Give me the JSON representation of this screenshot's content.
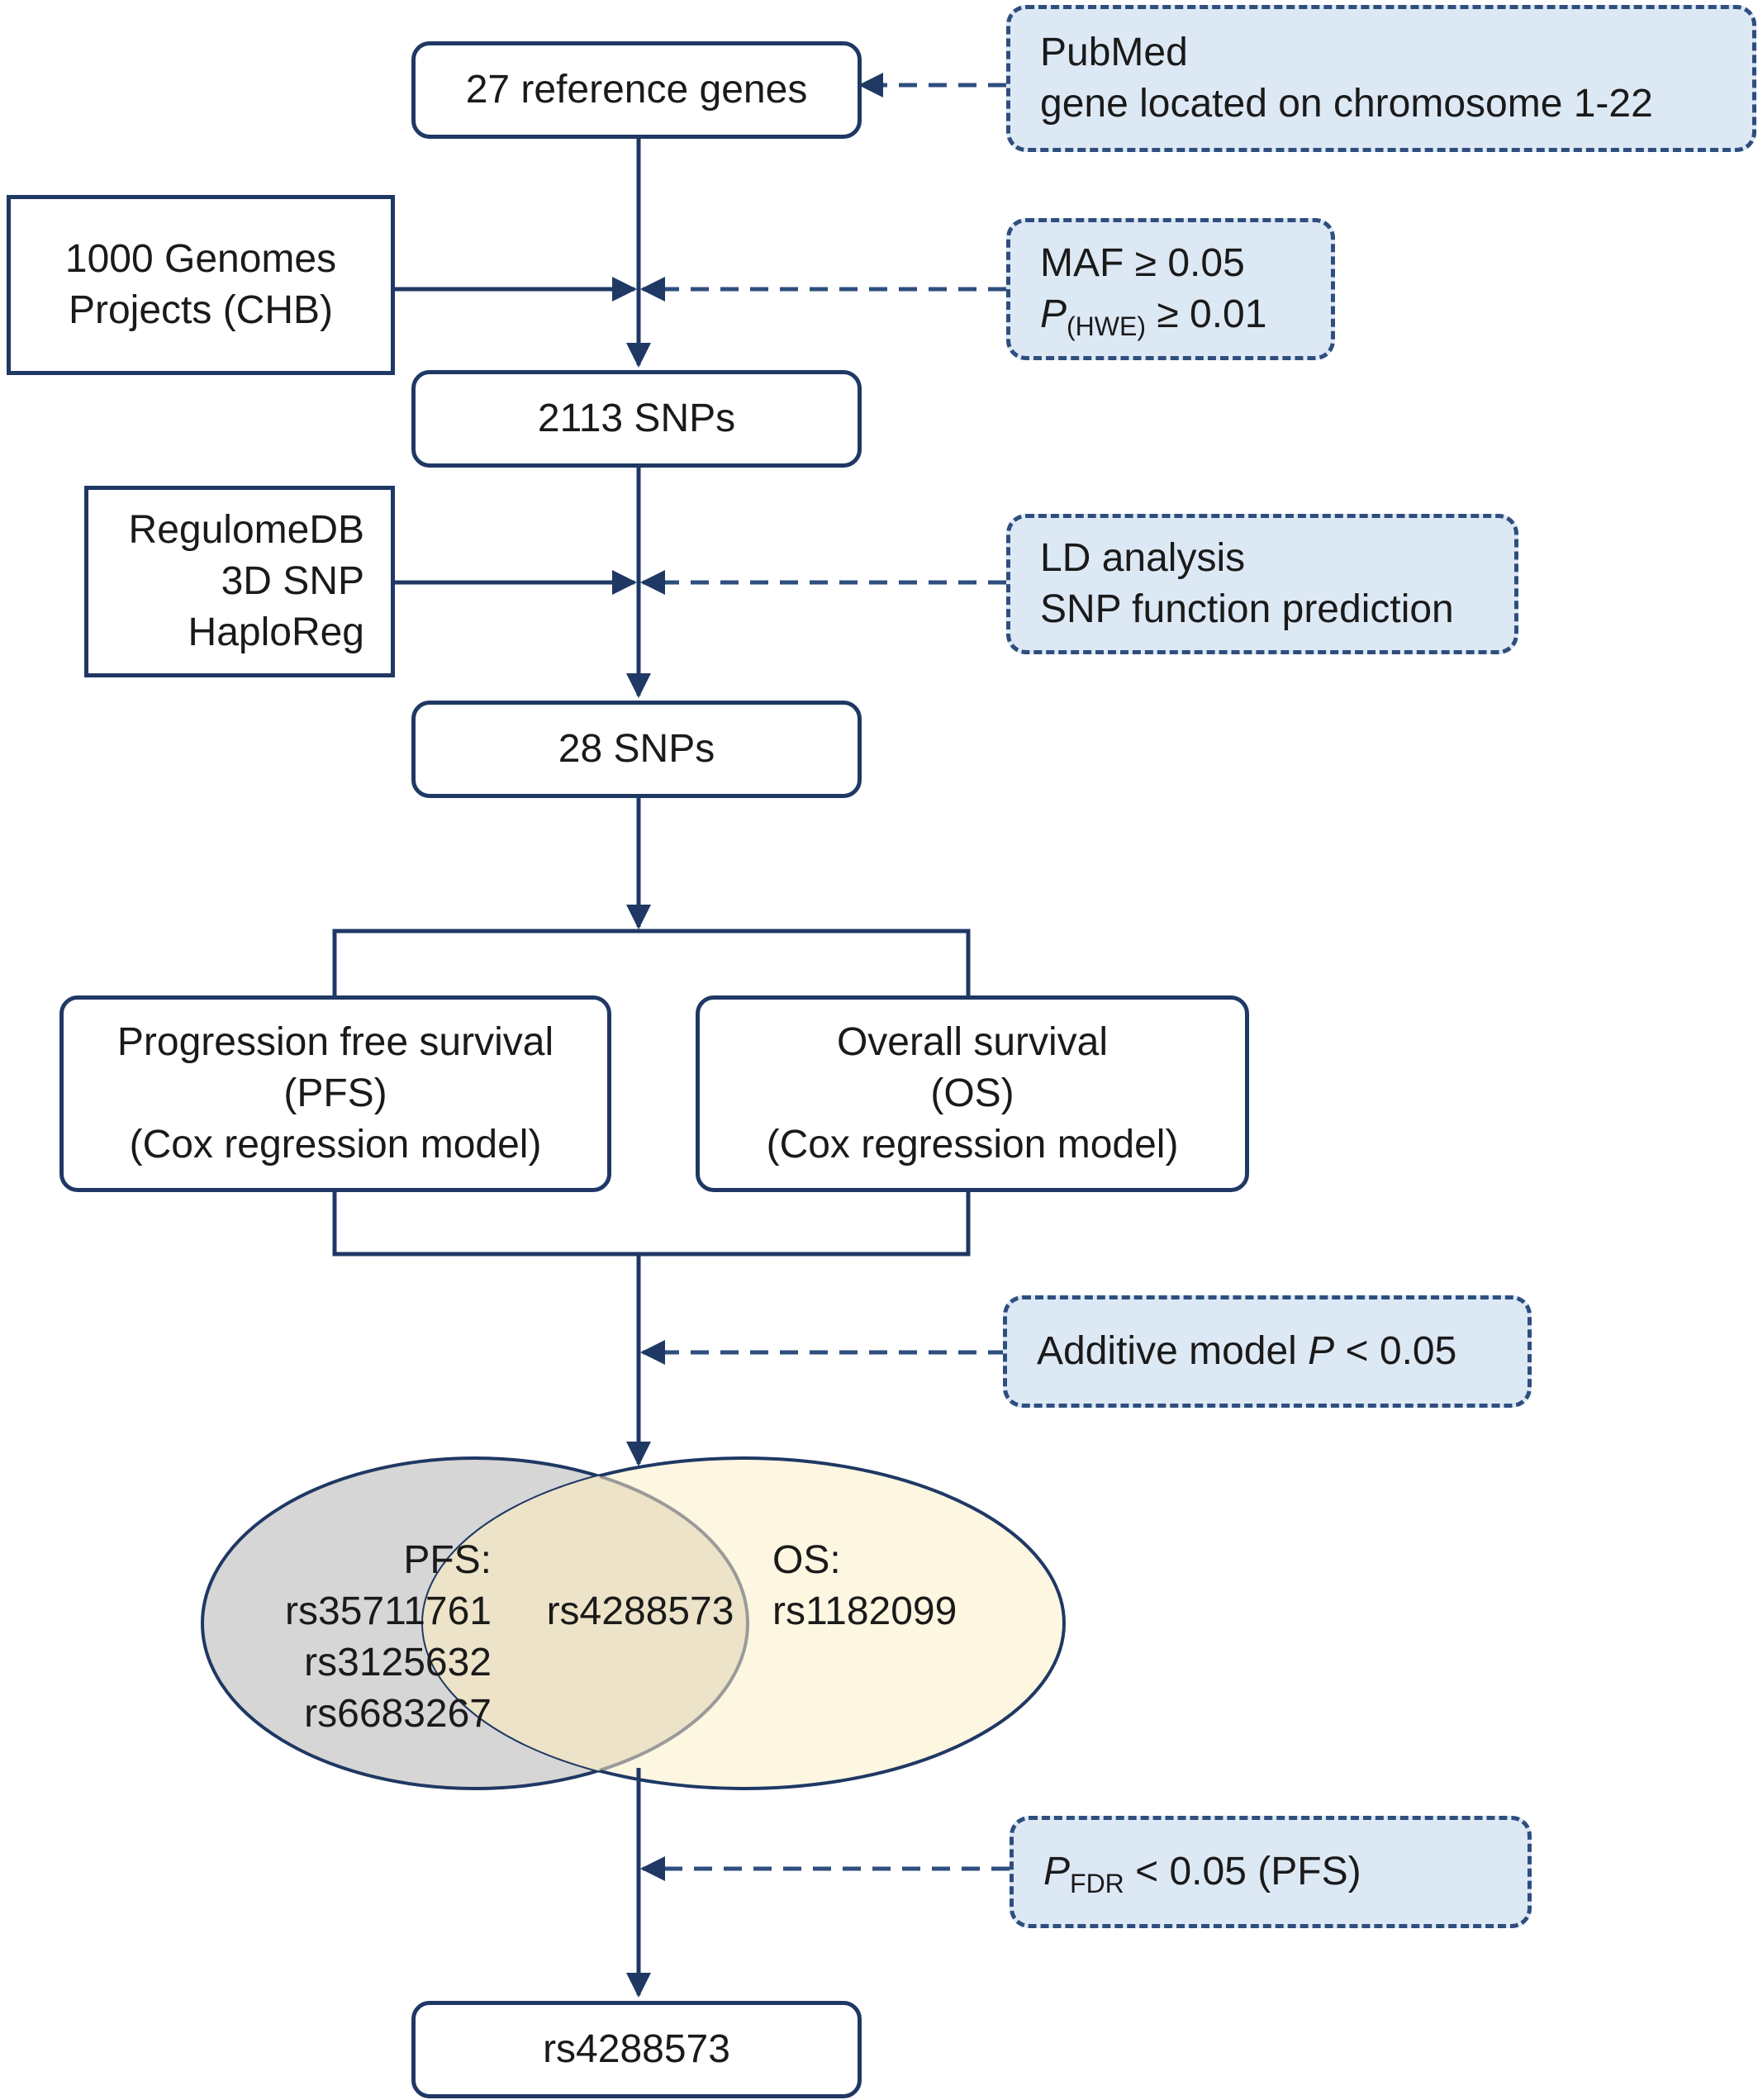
{
  "main": {
    "ref_genes": "27 reference genes",
    "snps_2113": "2113 SNPs",
    "snps_28": "28 SNPs",
    "final_snp": "rs4288573"
  },
  "sources": {
    "genomes_line1": "1000 Genomes",
    "genomes_line2": "Projects (CHB)",
    "tools": [
      "RegulomeDB",
      "3D SNP",
      "HaploReg"
    ]
  },
  "notes": {
    "pubmed_line1": "PubMed",
    "pubmed_line2": "gene located on chromosome 1-22",
    "maf": "MAF ≥ 0.05",
    "hwe_p": "P",
    "hwe_sub": "(HWE)",
    "hwe_rest": " ≥ 0.01",
    "ld_line1": "LD analysis",
    "ld_line2": "SNP function prediction",
    "additive_pre": "Additive model ",
    "additive_p": "P",
    "additive_post": " < 0.05",
    "fdr_p": "P",
    "fdr_sub": "FDR",
    "fdr_rest": " < 0.05 (PFS)"
  },
  "survival": {
    "pfs_line1": "Progression free survival",
    "pfs_line2": "(PFS)",
    "pfs_line3": "(Cox regression model)",
    "os_line1": "Overall survival",
    "os_line2": "(OS)",
    "os_line3": "(Cox regression model)"
  },
  "venn": {
    "pfs_title": "PFS:",
    "pfs_snps": [
      "rs35711761",
      "rs3125632",
      "rs6683267"
    ],
    "shared": "rs4288573",
    "os_title": "OS:",
    "os_snps": [
      "rs1182099"
    ]
  },
  "colors": {
    "line": "#1f3864",
    "note_fill": "#dde8f5",
    "note_border": "#2e4e7e",
    "pfs_fill": "#d6d6d6",
    "os_fill": "#fdf6e1",
    "overlap_fill": "#ede3c8"
  }
}
